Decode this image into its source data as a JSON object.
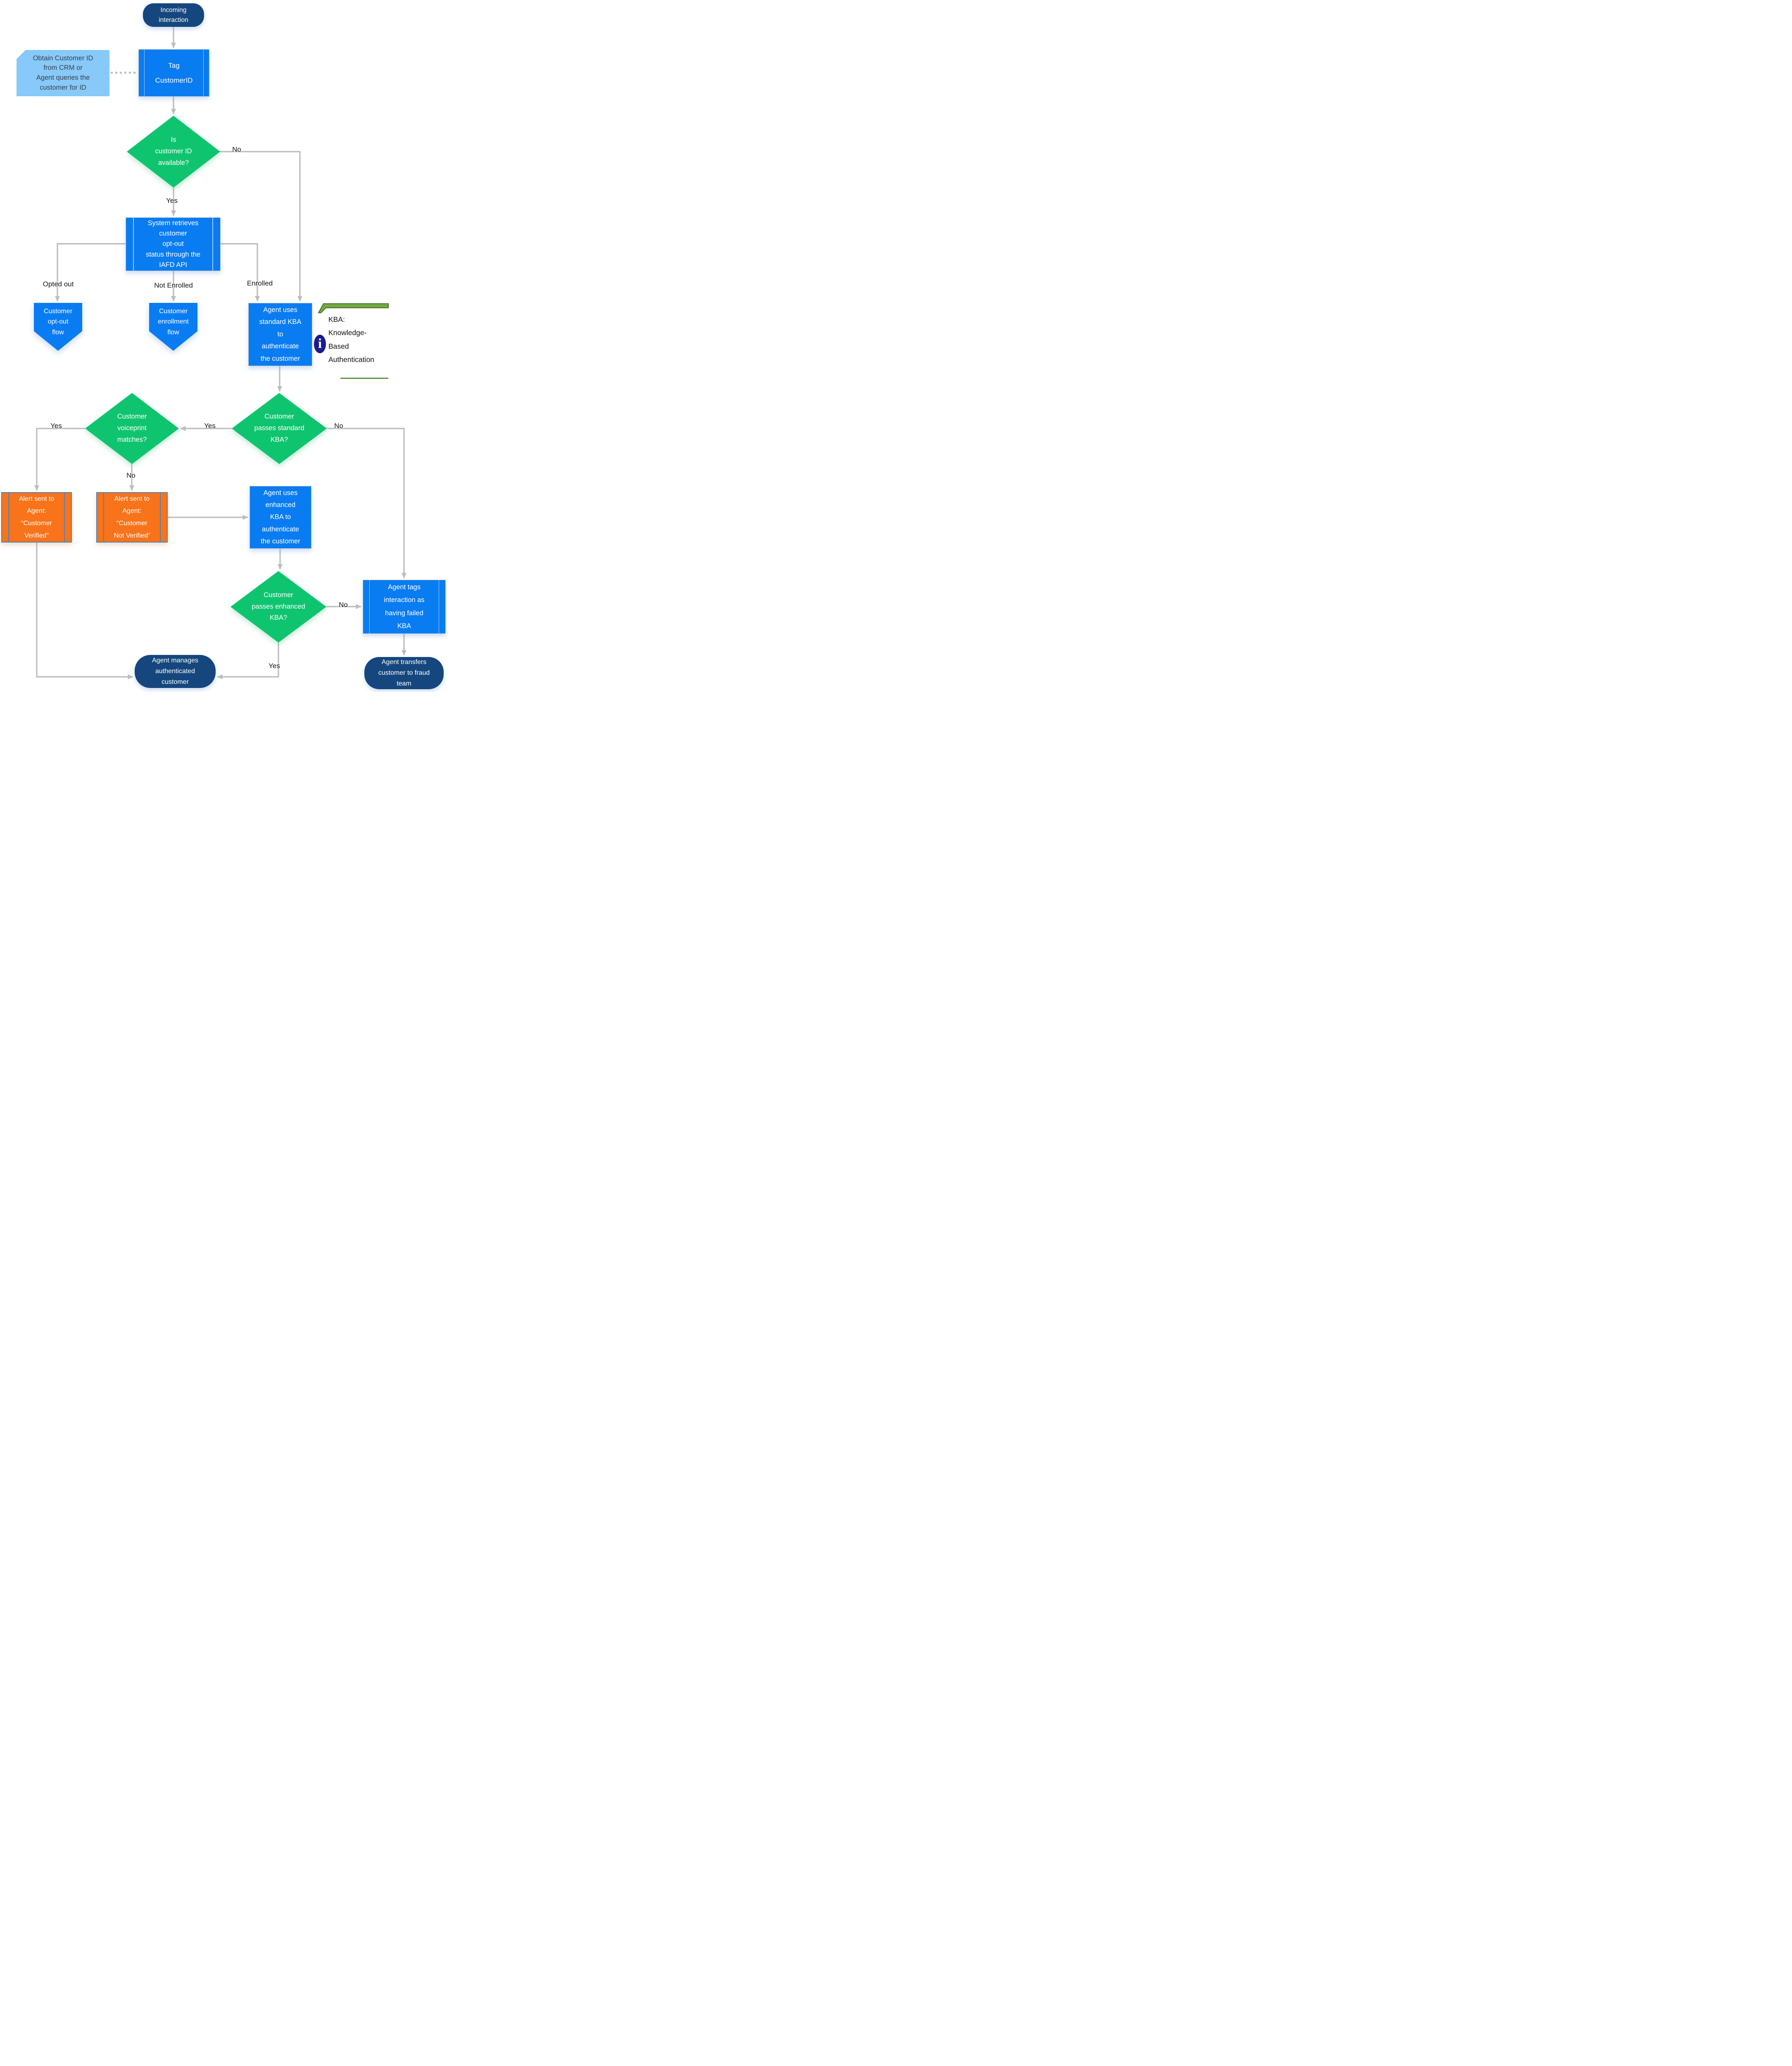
{
  "nodes": {
    "incoming": {
      "type": "terminator",
      "label": "Incoming\ninteraction"
    },
    "note_obtain_id": {
      "type": "note",
      "label": "Obtain Customer ID\nfrom CRM or\nAgent queries the\ncustomer for ID"
    },
    "tag_customer_id": {
      "type": "predefined-process",
      "label": "Tag\nCustomerID"
    },
    "is_id_available": {
      "type": "decision",
      "label": "Is\ncustomer ID\navailable?"
    },
    "system_retrieves": {
      "type": "predefined-process",
      "label": "System retrieves\ncustomer\nopt-out\nstatus through the\nIAFD API"
    },
    "optout_flow": {
      "type": "offpage-connector",
      "label": "Customer\nopt-out\nflow"
    },
    "enrollment_flow": {
      "type": "offpage-connector",
      "label": "Customer\nenrollment\nflow"
    },
    "standard_kba": {
      "type": "process",
      "label": "Agent uses\nstandard KBA\nto\nauthenticate\nthe customer"
    },
    "kba_info": {
      "type": "annotation",
      "icon": "info-icon",
      "label": "KBA:\nKnowledge-\nBased\nAuthentication"
    },
    "passes_standard_kba": {
      "type": "decision",
      "label": "Customer\npasses standard\nKBA?"
    },
    "voiceprint_matches": {
      "type": "decision",
      "label": "Customer\nvoiceprint\nmatches?"
    },
    "alert_verified": {
      "type": "alert",
      "label": "Alert sent to\nAgent:\n“Customer\nVerified”"
    },
    "alert_not_verified": {
      "type": "alert",
      "label": "Alert sent to\nAgent:\n“Customer\nNot Verified”"
    },
    "enhanced_kba": {
      "type": "process",
      "label": "Agent uses\nenhanced\nKBA to\nauthenticate\nthe customer"
    },
    "passes_enhanced_kba": {
      "type": "decision",
      "label": "Customer\npasses enhanced\nKBA?"
    },
    "tags_failed_kba": {
      "type": "predefined-process",
      "label": "Agent tags\ninteraction as\nhaving failed\nKBA"
    },
    "manages_customer": {
      "type": "terminator",
      "label": "Agent manages\nauthenticated\ncustomer"
    },
    "transfers_fraud": {
      "type": "terminator",
      "label": "Agent transfers\ncustomer to fraud\nteam"
    }
  },
  "edge_labels": {
    "is_id_yes": "Yes",
    "is_id_no": "No",
    "opted_out": "Opted out",
    "not_enrolled": "Not Enrolled",
    "enrolled": "Enrolled",
    "std_kba_yes": "Yes",
    "std_kba_no": "No",
    "voiceprint_yes": "Yes",
    "voiceprint_no": "No",
    "enhanced_yes": "Yes",
    "enhanced_no": "No"
  },
  "colors": {
    "process_blue": "#0a7cf2",
    "decision_green": "#0fc46f",
    "terminator_navy": "#15477e",
    "alert_orange": "#f8731a",
    "alert_border": "#4d82b8",
    "note_blue": "#87c9f9",
    "note_text": "#39404b",
    "connector_gray": "#bcbcbc",
    "label_text": "#141414",
    "info_icon_navy": "#1b1b8e",
    "bracket_green_fill": "#74a83f",
    "bracket_green_edge": "#49702c",
    "bracket_green_line": "#5d9141"
  }
}
